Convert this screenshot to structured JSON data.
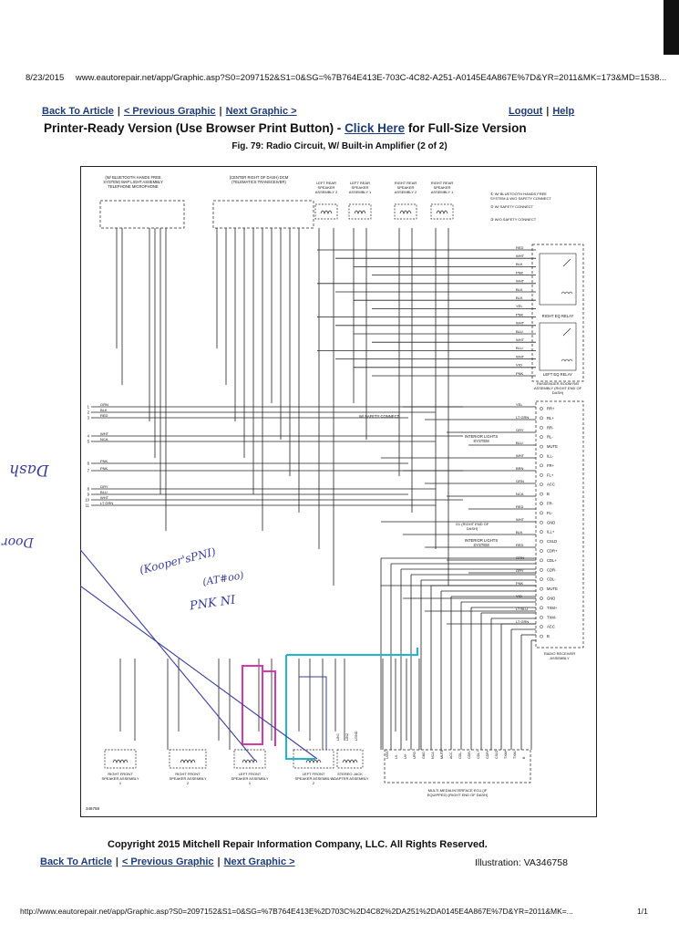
{
  "print_header": {
    "date": "8/23/2015",
    "url": "www.eautorepair.net/app/Graphic.asp?S0=2097152&S1=0&SG=%7B764E413E-703C-4C82-A251-A0145E4A867E%7D&YR=2011&MK=173&MD=1538..."
  },
  "nav": {
    "back": "Back To Article",
    "prev": "< Previous Graphic",
    "next": "Next Graphic >",
    "logout": "Logout",
    "help": "Help"
  },
  "headline": {
    "prefix": "Printer-Ready Version (Use Browser Print Button) - ",
    "link": "Click Here",
    "suffix": " for Full-Size Version"
  },
  "figure_title": "Fig. 79: Radio Circuit, W/ Built-in Amplifier (2 of 2)",
  "diagram": {
    "blocks": {
      "telephone": "(W/ BLUETOOTH HANDS FREE SYSTEM) MAP LIGHT ASSEMBLY TELEPHONE MICROPHONE",
      "dcm": "(CENTER RIGHT OF DASH) DCM (TELEMATICS TRANSCEIVER)",
      "lr2": "LEFT REAR SPEAKER ASSEMBLY 2",
      "lr1": "LEFT REAR SPEAKER ASSEMBLY 1",
      "rr2": "RIGHT REAR SPEAKER ASSEMBLY 2",
      "rr1": "RIGHT REAR SPEAKER ASSEMBLY 1",
      "rf1": "RIGHT FRONT SPEAKER ASSEMBLY 1",
      "rf2": "RIGHT FRONT SPEAKER ASSEMBLY 2",
      "lf1": "LEFT FRONT SPEAKER ASSEMBLY 1",
      "lf2": "LEFT FRONT SPEAKER ASSEMBLY 2",
      "jack": "STEREO JACK ADAPTER ASSEMBLY",
      "mmi": "MULTI-MEDIA INTERFACE ECU (IF EQUIPPED) (RIGHT END OF DASH)",
      "radio": "RADIO RECEIVER ASSEMBLY",
      "right_eq": "RIGHT EQ RELAY",
      "left_eq": "LEFT EQ RELAY",
      "jb": "PASSENGER ROOM R/B ASSEMBLY (RIGHT END OF DASH)"
    },
    "legend": [
      "① W/ BLUETOOTH HANDS FREE SYSTEM & W/O SAFETY CONNECT",
      "② W/ SAFETY CONNECT",
      "③ W/O SAFETY CONNECT"
    ],
    "labels": {
      "safety_connect": "W/ SAFETY CONNECT",
      "interior_lights": "INTERIOR LIGHTS SYSTEM",
      "g1": "G1 (RIGHT END OF DASH)",
      "interior_lights_2": "INTERIOR LIGHTS SYSTEM",
      "illus_no": "346758"
    },
    "radio_pins": [
      "RR+",
      "RL+",
      "RR-",
      "RL-",
      "MUTE",
      "ILL-",
      "FR+",
      "FL+",
      "ACC",
      "B",
      "FR-",
      "FL-",
      "GND",
      "ILL+",
      "CSLD",
      "CDR+",
      "CDL+",
      "CDR-",
      "CDL-",
      "MUTE",
      "GND",
      "TXM+",
      "TXM-",
      "ACC",
      "B"
    ],
    "left_pin_numbers": [
      "1",
      "2",
      "3",
      "4",
      "5",
      "6",
      "7",
      "8",
      "9",
      "10",
      "11"
    ],
    "left_wire_colors": [
      "GRN",
      "BLK",
      "RED",
      "WHT",
      "NCA",
      "PNK",
      "PNK",
      "GRY",
      "BLU",
      "WHT",
      "LT GRN"
    ],
    "mmi_pins": [
      "UISG",
      "UI-",
      "UI+",
      "UPO",
      "GND",
      "NCA",
      "MUTE",
      "ACC",
      "CDL-",
      "CDR-",
      "CDL+",
      "CDR+",
      "CSLD",
      "TXM+",
      "TXM-",
      "B"
    ],
    "jack_pins": [
      "LIN1",
      "LIN2",
      "LGND"
    ],
    "right_wire_colors": [
      "RED",
      "WHT",
      "BLK",
      "PNK",
      "WHT",
      "BLK",
      "BLK",
      "YEL",
      "PNK",
      "WHT",
      "BLU",
      "WHT",
      "BLU",
      "WHT",
      "VIO",
      "PNK",
      "YEL",
      "LT GRN",
      "GRY",
      "BLU",
      "WHT",
      "BRN",
      "GRN",
      "NCA",
      "RED",
      "WHT",
      "BLK",
      "RED",
      "GRN",
      "GRY",
      "PNK",
      "VIO",
      "LT BLU",
      "LT GRN"
    ]
  },
  "handwritten": {
    "note1": "Dash",
    "note2": "Door",
    "note3": "(Kooper'sPNI)",
    "note4": "(AT#oo)",
    "note5": "PNK NI"
  },
  "copyright": "Copyright 2015 Mitchell Repair Information Company, LLC. All Rights Reserved.",
  "illustration": "Illustration: VA346758",
  "footer": {
    "url": "http://www.eautorepair.net/app/Graphic.asp?S0=2097152&S1=0&SG=%7B764E413E%2D703C%2D4C82%2DA251%2DA0145E4A867E%7D&YR=2011&MK=...",
    "page": "1/1"
  },
  "colors": {
    "link": "#1f3c7a",
    "pen": "#3a3f9a",
    "highlight_pink": "#d63aa8",
    "highlight_cyan": "#1fb6d0"
  }
}
